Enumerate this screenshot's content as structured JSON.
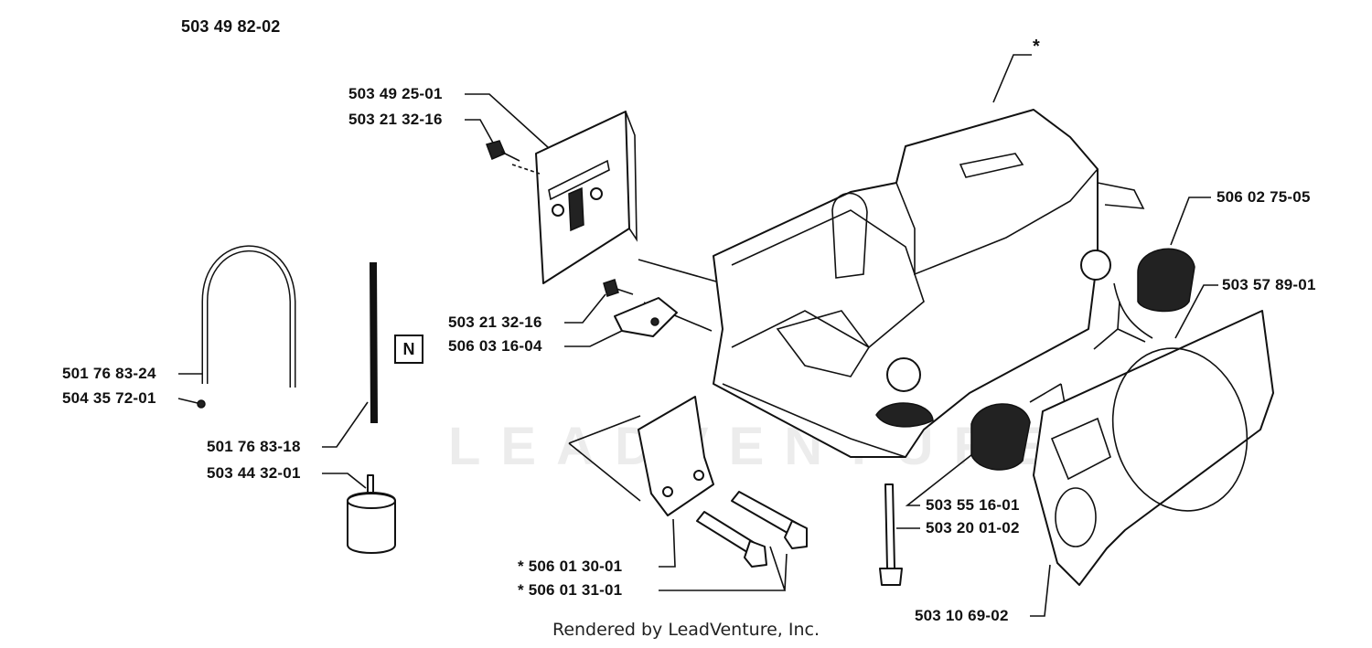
{
  "diagram": {
    "assembly_number": "503 49 82-02",
    "asterisk_ref": "*",
    "new_badge": "N",
    "watermark": "LEADVENTURE",
    "footer": "Rendered by LeadVenture, Inc.",
    "labels": {
      "p_503_49_25_01": "503 49 25-01",
      "p_503_21_32_16_top": "503 21 32-16",
      "p_503_21_32_16_mid": "503 21 32-16",
      "p_506_03_16_04": "506 03 16-04",
      "p_501_76_83_24": "501 76 83-24",
      "p_504_35_72_01": "504 35 72-01",
      "p_501_76_83_18": "501 76 83-18",
      "p_503_44_32_01": "503 44 32-01",
      "p_506_01_30_01": "*  506 01 30-01",
      "p_506_01_31_01": "*  506 01 31-01",
      "p_506_02_75_05": "506 02 75-05",
      "p_503_57_89_01": "503 57 89-01",
      "p_503_55_16_01": "503 55 16-01",
      "p_503_20_01_02": "503 20 01-02",
      "p_503_10_69_02": "503 10 69-02"
    }
  }
}
